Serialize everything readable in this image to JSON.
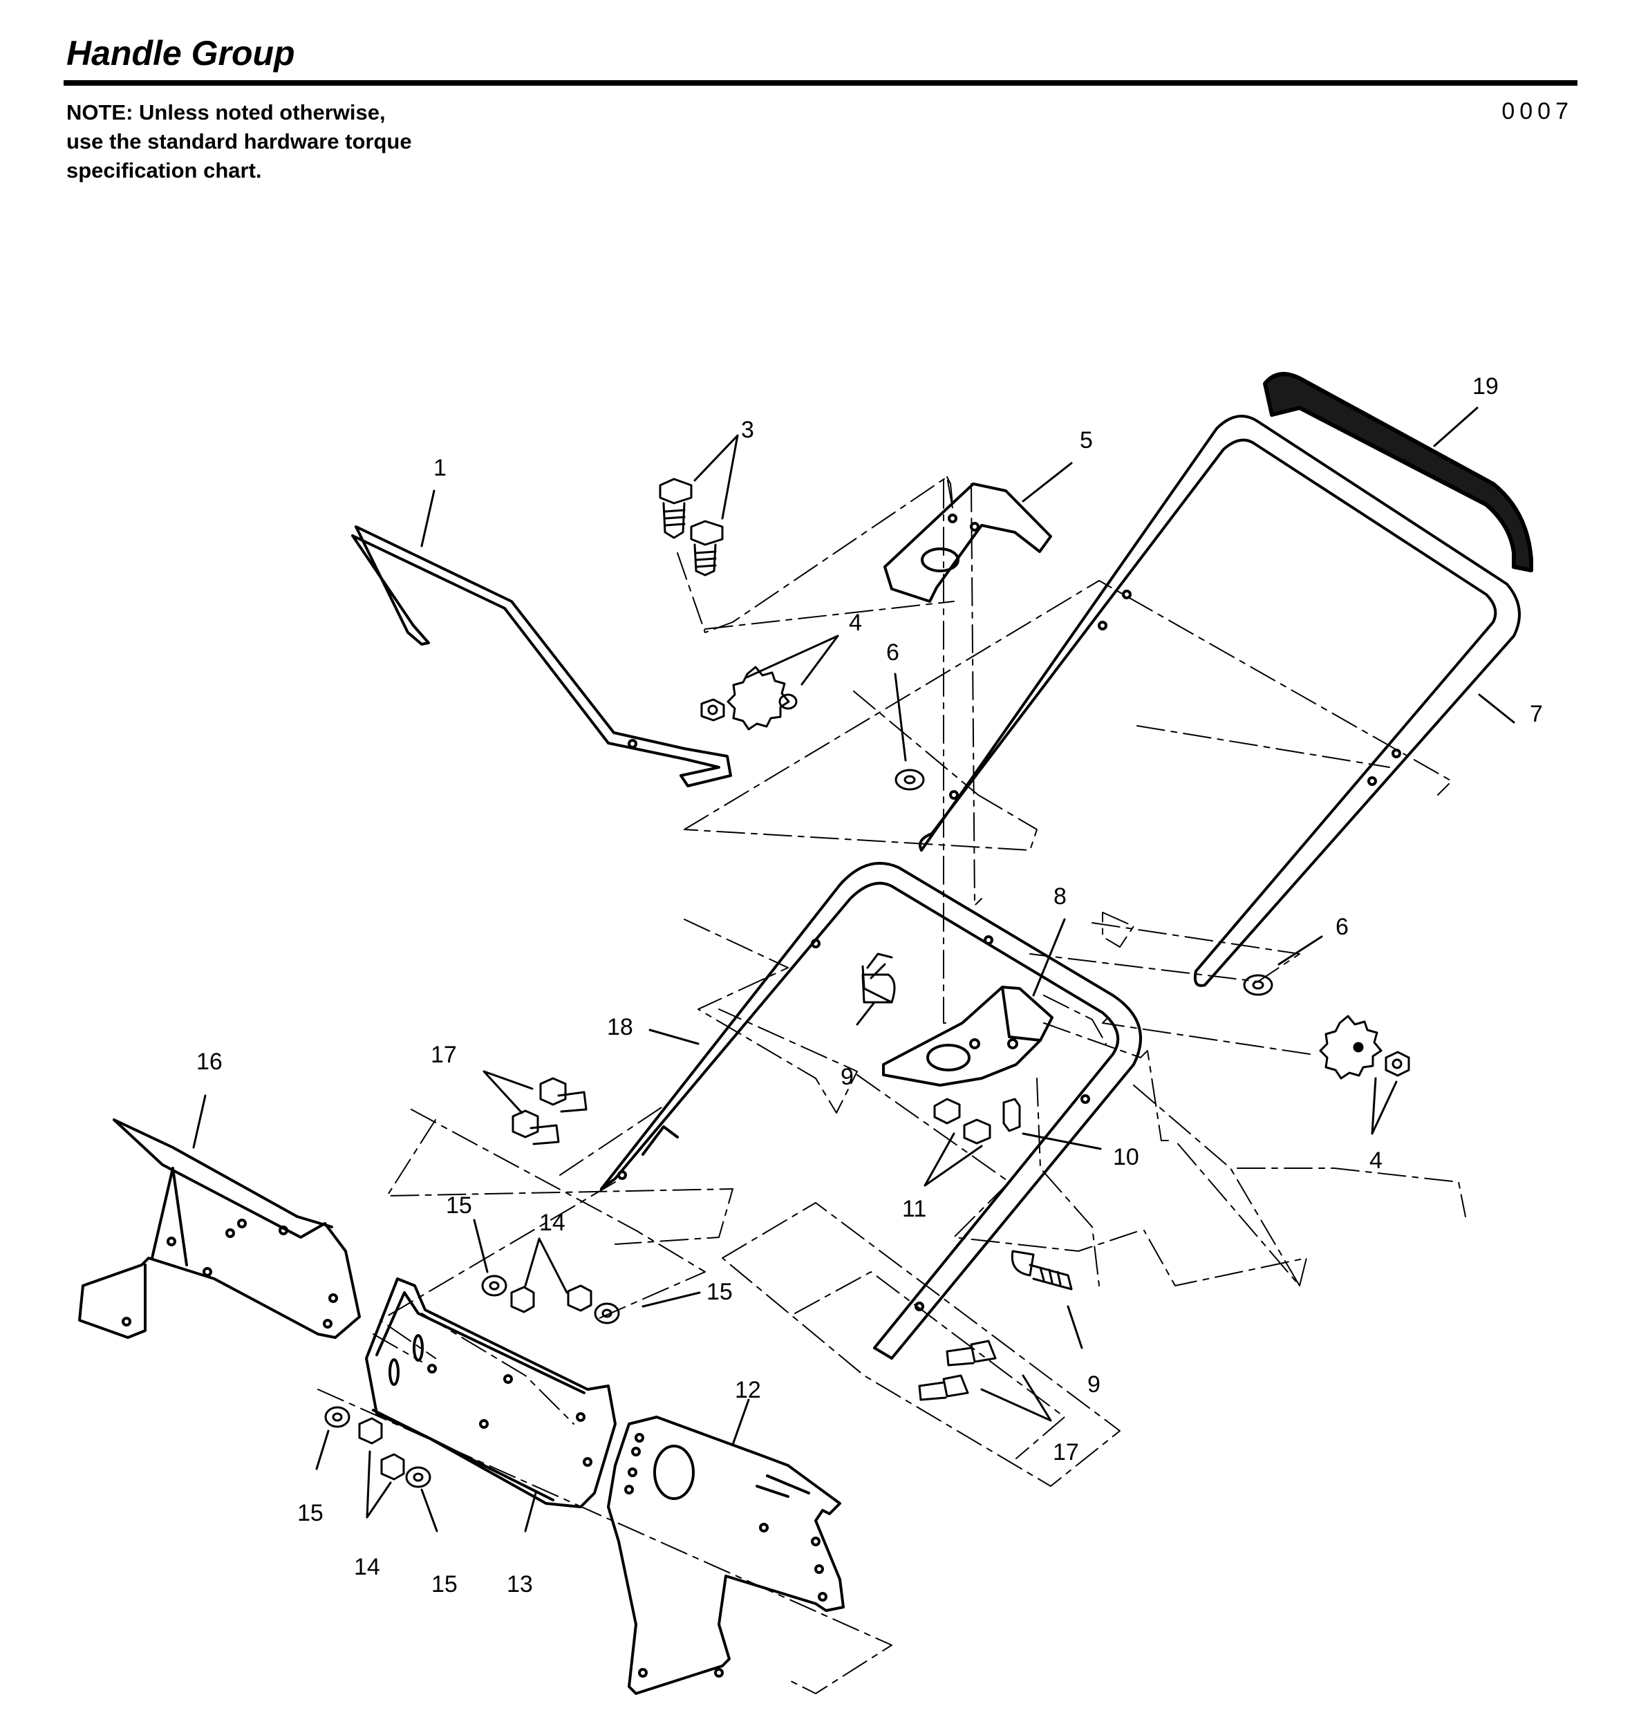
{
  "header": {
    "title": "Handle Group",
    "note_lines": [
      "NOTE: Unless noted otherwise,",
      "use the standard hardware torque",
      "specification chart."
    ],
    "figure_code": "0007"
  },
  "callouts": [
    "19",
    "3",
    "5",
    "1",
    "4",
    "6",
    "7",
    "8",
    "6",
    "18",
    "9",
    "17",
    "16",
    "10",
    "4",
    "11",
    "15",
    "14",
    "15",
    "12",
    "9",
    "17",
    "15",
    "14",
    "15",
    "13"
  ]
}
